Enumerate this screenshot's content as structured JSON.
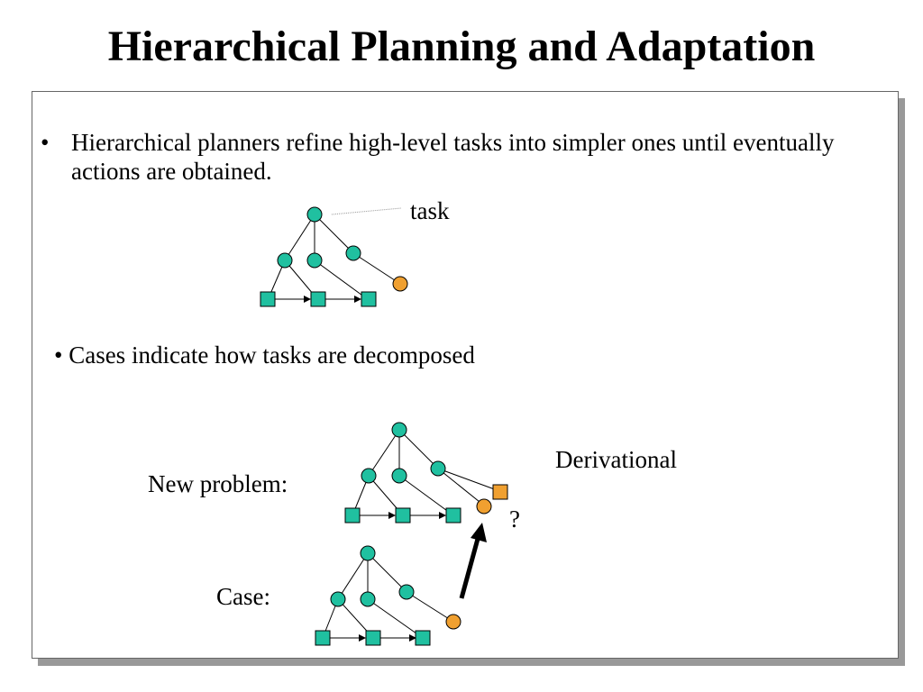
{
  "slide": {
    "title": "Hierarchical Planning and Adaptation",
    "bullets": [
      "Hierarchical planners refine high-level tasks into simpler ones until eventually actions are obtained.",
      "Cases indicate how tasks are decomposed"
    ],
    "bullet_marker": "•"
  },
  "diagram": {
    "labels": {
      "task": "task",
      "derivational": "Derivational",
      "new_problem": "New problem:",
      "case": "Case:",
      "question": "?"
    },
    "colors": {
      "task_node": "#20c0a0",
      "open_node": "#f0a030",
      "edge": "#000000",
      "frame_shadow": "#999999"
    },
    "trees": [
      {
        "name": "task-tree",
        "nodes": [
          "circle",
          "circle",
          "circle",
          "circle",
          "circle-orange",
          "square",
          "square",
          "square"
        ]
      },
      {
        "name": "new-problem-tree",
        "nodes": [
          "circle",
          "circle",
          "circle",
          "circle",
          "circle-orange",
          "square-orange",
          "square",
          "square",
          "square"
        ]
      },
      {
        "name": "case-tree",
        "nodes": [
          "circle",
          "circle",
          "circle",
          "circle",
          "circle-orange",
          "square",
          "square",
          "square"
        ]
      }
    ]
  }
}
